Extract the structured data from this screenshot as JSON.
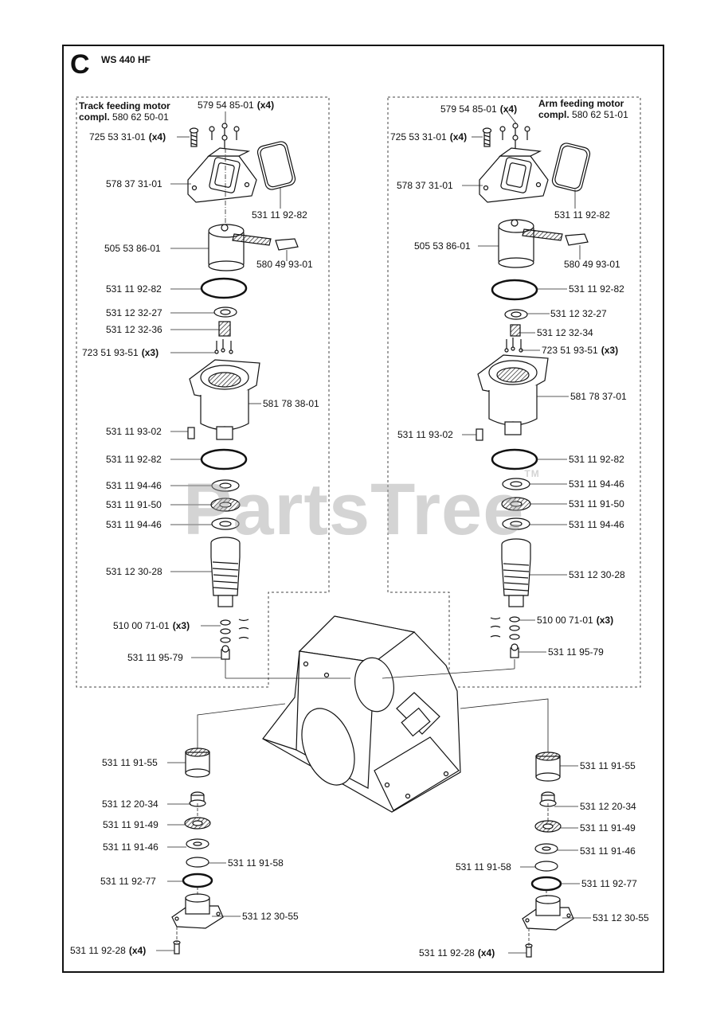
{
  "section_letter": "C",
  "model": "WS 440 HF",
  "watermark": "PartsTree",
  "watermark_tm": "TM",
  "assemblies": {
    "left": {
      "title": "Track feeding motor",
      "sub_prefix": "compl.",
      "sub_part": "580 62 50-01"
    },
    "right": {
      "title": "Arm feeding motor",
      "sub_prefix": "compl.",
      "sub_part": "580 62 51-01"
    }
  },
  "labels": [
    {
      "id": "L1",
      "text": "579 54 85-01",
      "qty": "(x4)"
    },
    {
      "id": "L2",
      "text": "725 53 31-01",
      "qty": "(x4)"
    },
    {
      "id": "L3",
      "text": "578 37 31-01",
      "qty": ""
    },
    {
      "id": "L4",
      "text": "531 11 92-82",
      "qty": ""
    },
    {
      "id": "L5",
      "text": "505 53 86-01",
      "qty": ""
    },
    {
      "id": "L6",
      "text": "580 49 93-01",
      "qty": ""
    },
    {
      "id": "L7",
      "text": "531 11 92-82",
      "qty": ""
    },
    {
      "id": "L8",
      "text": "531 12 32-27",
      "qty": ""
    },
    {
      "id": "L9",
      "text": "531 12 32-36",
      "qty": ""
    },
    {
      "id": "L10",
      "text": "723 51 93-51",
      "qty": "(x3)"
    },
    {
      "id": "L11",
      "text": "581 78 38-01",
      "qty": ""
    },
    {
      "id": "L12",
      "text": "531 11 93-02",
      "qty": ""
    },
    {
      "id": "L13",
      "text": "531 11 92-82",
      "qty": ""
    },
    {
      "id": "L14",
      "text": "531 11 94-46",
      "qty": ""
    },
    {
      "id": "L15",
      "text": "531 11 91-50",
      "qty": ""
    },
    {
      "id": "L16",
      "text": "531 11 94-46",
      "qty": ""
    },
    {
      "id": "L17",
      "text": "531 12 30-28",
      "qty": ""
    },
    {
      "id": "L18",
      "text": "510 00 71-01",
      "qty": "(x3)"
    },
    {
      "id": "L19",
      "text": "531 11 95-79",
      "qty": ""
    },
    {
      "id": "R1",
      "text": "579 54 85-01",
      "qty": "(x4)"
    },
    {
      "id": "R2",
      "text": "725 53 31-01",
      "qty": "(x4)"
    },
    {
      "id": "R3",
      "text": "578 37 31-01",
      "qty": ""
    },
    {
      "id": "R4",
      "text": "531 11 92-82",
      "qty": ""
    },
    {
      "id": "R5",
      "text": "505 53 86-01",
      "qty": ""
    },
    {
      "id": "R6",
      "text": "580 49 93-01",
      "qty": ""
    },
    {
      "id": "R7",
      "text": "531 11 92-82",
      "qty": ""
    },
    {
      "id": "R8",
      "text": "531 12 32-27",
      "qty": ""
    },
    {
      "id": "R9",
      "text": "531 12 32-34",
      "qty": ""
    },
    {
      "id": "R10",
      "text": "723 51 93-51",
      "qty": "(x3)"
    },
    {
      "id": "R11",
      "text": "581 78 37-01",
      "qty": ""
    },
    {
      "id": "R12",
      "text": "531 11 93-02",
      "qty": ""
    },
    {
      "id": "R13",
      "text": "531 11 92-82",
      "qty": ""
    },
    {
      "id": "R14",
      "text": "531 11 94-46",
      "qty": ""
    },
    {
      "id": "R15",
      "text": "531 11 91-50",
      "qty": ""
    },
    {
      "id": "R16",
      "text": "531 11 94-46",
      "qty": ""
    },
    {
      "id": "R17",
      "text": "531 12 30-28",
      "qty": ""
    },
    {
      "id": "R18",
      "text": "510 00 71-01",
      "qty": "(x3)"
    },
    {
      "id": "R19",
      "text": "531 11 95-79",
      "qty": ""
    },
    {
      "id": "BL1",
      "text": "531 11 91-55",
      "qty": ""
    },
    {
      "id": "BL2",
      "text": "531 12 20-34",
      "qty": ""
    },
    {
      "id": "BL3",
      "text": "531 11 91-49",
      "qty": ""
    },
    {
      "id": "BL4",
      "text": "531 11 91-46",
      "qty": ""
    },
    {
      "id": "BL5",
      "text": "531 11 91-58",
      "qty": ""
    },
    {
      "id": "BL6",
      "text": "531 11 92-77",
      "qty": ""
    },
    {
      "id": "BL7",
      "text": "531 12 30-55",
      "qty": ""
    },
    {
      "id": "BL8",
      "text": "531 11 92-28",
      "qty": "(x4)"
    },
    {
      "id": "BR1",
      "text": "531 11 91-55",
      "qty": ""
    },
    {
      "id": "BR2",
      "text": "531 12 20-34",
      "qty": ""
    },
    {
      "id": "BR3",
      "text": "531 11 91-49",
      "qty": ""
    },
    {
      "id": "BR4",
      "text": "531 11 91-46",
      "qty": ""
    },
    {
      "id": "BR5",
      "text": "531 11 91-58",
      "qty": ""
    },
    {
      "id": "BR6",
      "text": "531 11 92-77",
      "qty": ""
    },
    {
      "id": "BR7",
      "text": "531 12 30-55",
      "qty": ""
    },
    {
      "id": "BR8",
      "text": "531 11 92-28",
      "qty": "(x4)"
    }
  ]
}
